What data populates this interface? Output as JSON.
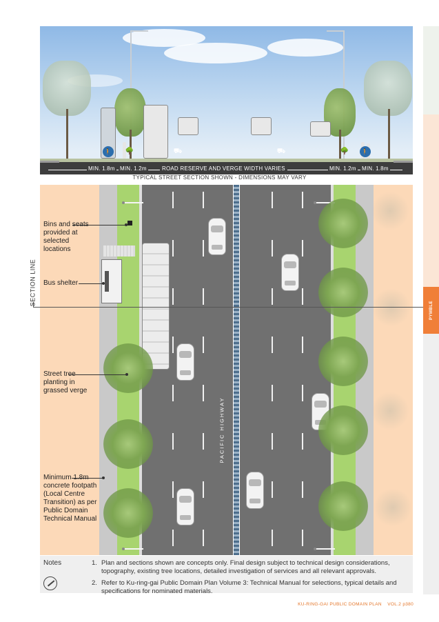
{
  "side_tab": {
    "label": "PYMBLE",
    "color": "#f07f38"
  },
  "section": {
    "dimensions": {
      "left_footpath": "MIN. 1.8m",
      "left_verge": "MIN. 1.2m",
      "road": "ROAD RESERVE AND VERGE WIDTH VARIES",
      "right_verge": "MIN. 1.2m",
      "right_footpath": "MIN. 1.8m"
    },
    "caption": "TYPICAL STREET SECTION SHOWN - DIMENSIONS MAY VARY",
    "icons": [
      "pedestrian-icon",
      "tree-icon",
      "car-icon",
      "car-icon",
      "tree-icon",
      "pedestrian-icon"
    ]
  },
  "plan": {
    "road_name": "PACIFIC HIGHWAY",
    "section_line_label": "SECTION LINE",
    "callouts": {
      "bins": "Bins and seats provided at selected locations",
      "bus_shelter": "Bus shelter",
      "street_tree": "Street tree planting in grassed verge",
      "footpath": "Minimum 1.8m concrete footpath (Local Centre Transition) as per Public Domain Technical Manual"
    },
    "colors": {
      "footpath_zone": "#fcd9b8",
      "verge": "#a8d46f",
      "carriageway": "#707070"
    }
  },
  "notes": {
    "title": "Notes",
    "items": [
      {
        "num": "1.",
        "text": "Plan and sections shown are concepts only. Final design subject to technical design considerations, topography, existing tree locations, detailed investigation of services and all relevant approvals."
      },
      {
        "num": "2.",
        "text": "Refer to Ku-ring-gai Public Domain Plan Volume 3: Technical Manual for selections, typical details and specifications for nominated materials."
      }
    ]
  },
  "footer": {
    "doc": "KU-RING-GAI PUBLIC DOMAIN PLAN",
    "page": "VOL.2 p380"
  }
}
